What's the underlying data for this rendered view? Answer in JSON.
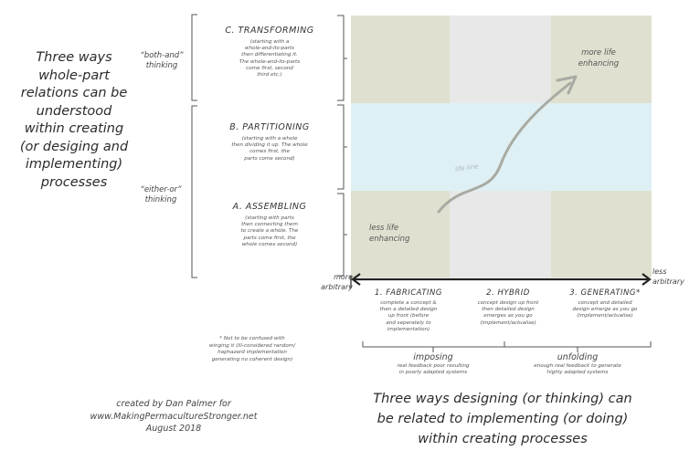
{
  "left_title": [
    "Three ways",
    "whole-part",
    "relations can be",
    "understood",
    "within creating",
    "(or desiging and",
    "implementing)",
    "processes"
  ],
  "thinking_labels": {
    "both_and": "“both-and” thinking",
    "either_or": "“either-or” thinking"
  },
  "approaches": [
    {
      "title": "C. TRANSFORMING",
      "note": [
        "(starting with a",
        "whole-and-its-parts",
        "then differentiating it.",
        "The whole-and-its-parts",
        "come first, second",
        "third etc.)"
      ]
    },
    {
      "title": "B. PARTITIONING",
      "note": [
        "(starting with a whole",
        "then dividing it up. The whole",
        "comes first, the",
        "parts come second)"
      ]
    },
    {
      "title": "A. ASSEMBLING",
      "note": [
        "(starting with parts",
        "then connecting them",
        "to create a whole. The",
        "parts come first, the",
        "whole comes second)"
      ]
    }
  ],
  "grid": {
    "colors": {
      "outer": "#dfe0cf",
      "middle": "#e8e8e8",
      "band": "#def0f4"
    },
    "life_line_label": "life line",
    "more_life": [
      "more life",
      "enhancing"
    ],
    "less_life": [
      "less life",
      "enhancing"
    ]
  },
  "axis": {
    "left_label": [
      "more",
      "arbitrary"
    ],
    "right_label": [
      "less",
      "arbitrary"
    ]
  },
  "methods": [
    {
      "title": "1. FABRICATING",
      "asterisk": "",
      "note": [
        "complete a concept &",
        "then a detailed design",
        "up front (before",
        "and seperately to",
        "implementation)"
      ]
    },
    {
      "title": "2. HYBRID",
      "asterisk": "",
      "note": [
        "concept design up front",
        "then detailed design",
        "emerges as you go",
        "(implement/actualise)"
      ]
    },
    {
      "title": "3. GENERATING",
      "asterisk": "*",
      "note": [
        "concept and detailed",
        "design emerge as you go",
        "(implement/actualise)"
      ]
    }
  ],
  "footnote": [
    "* Not to be confused with",
    "winging it (ill-considered random/",
    "haphazard implementation",
    "generating no coherent design)"
  ],
  "groups": [
    {
      "label": "imposing",
      "note": [
        "real feedback poor resulting",
        "in poorly adapted systems"
      ]
    },
    {
      "label": "unfolding",
      "note": [
        "enough real feedback to generate",
        "highly adapted systems"
      ]
    }
  ],
  "bottom_title": [
    "Three ways designing (or thinking) can",
    "be related to implementing (or doing)",
    "within creating processes"
  ],
  "credits": [
    "created by Dan Palmer for",
    "www.MakingPermacultureStronger.net",
    "August 2018"
  ]
}
